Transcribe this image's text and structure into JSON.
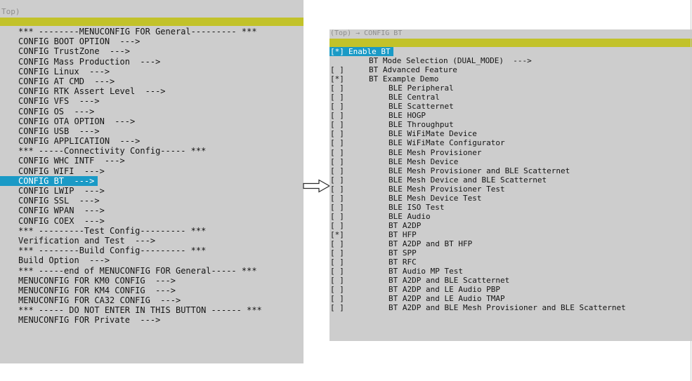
{
  "left": {
    "header": "Top)",
    "items": [
      "*** --------MENUCONFIG FOR General--------- ***",
      "CONFIG BOOT OPTION  --->",
      "CONFIG TrustZone  --->",
      "CONFIG Mass Production  --->",
      "CONFIG Linux  --->",
      "CONFIG AT CMD  --->",
      "CONFIG RTK Assert Level  --->",
      "CONFIG VFS  --->",
      "CONFIG OS  --->",
      "CONFIG OTA OPTION  --->",
      "CONFIG USB  --->",
      "CONFIG APPLICATION  --->",
      "*** -----Connectivity Config----- ***",
      "CONFIG WHC INTF  --->",
      "CONFIG WIFI  --->",
      "CONFIG BT  --->",
      "CONFIG LWIP  --->",
      "CONFIG SSL  --->",
      "CONFIG WPAN  --->",
      "CONFIG COEX  --->",
      "*** ---------Test Config--------- ***",
      "Verification and Test  --->",
      "*** --------Build Config--------- ***",
      "Build Option  --->",
      "*** -----end of MENUCONFIG FOR General----- ***",
      "MENUCONFIG FOR KM0 CONFIG  --->",
      "MENUCONFIG FOR KM4 CONFIG  --->",
      "MENUCONFIG FOR CA32 CONFIG  --->",
      "*** ----- DO NOT ENTER IN THIS BUTTON ------ ***",
      "MENUCONFIG FOR Private  --->"
    ]
  },
  "right": {
    "header": "(Top) → CONFIG BT",
    "items": [
      {
        "check": "[*]",
        "label": "Enable BT"
      },
      {
        "check": "",
        "label": "BT Mode Selection (DUAL_MODE)  --->"
      },
      {
        "check": "[ ]",
        "label": "BT Advanced Feature"
      },
      {
        "check": "[*]",
        "label": "BT Example Demo"
      },
      {
        "check": "[ ]",
        "label": "BLE Peripheral"
      },
      {
        "check": "[ ]",
        "label": "BLE Central"
      },
      {
        "check": "[ ]",
        "label": "BLE Scatternet"
      },
      {
        "check": "[ ]",
        "label": "BLE HOGP"
      },
      {
        "check": "[ ]",
        "label": "BLE Throughput"
      },
      {
        "check": "[ ]",
        "label": "BLE WiFiMate Device"
      },
      {
        "check": "[ ]",
        "label": "BLE WiFiMate Configurator"
      },
      {
        "check": "[ ]",
        "label": "BLE Mesh Provisioner"
      },
      {
        "check": "[ ]",
        "label": "BLE Mesh Device"
      },
      {
        "check": "[ ]",
        "label": "BLE Mesh Provisioner and BLE Scatternet"
      },
      {
        "check": "[ ]",
        "label": "BLE Mesh Device and BLE Scatternet"
      },
      {
        "check": "[ ]",
        "label": "BLE Mesh Provisioner Test"
      },
      {
        "check": "[ ]",
        "label": "BLE Mesh Device Test"
      },
      {
        "check": "[ ]",
        "label": "BLE ISO Test"
      },
      {
        "check": "[ ]",
        "label": "BLE Audio"
      },
      {
        "check": "[ ]",
        "label": "BT A2DP"
      },
      {
        "check": "[*]",
        "label": "BT HFP"
      },
      {
        "check": "[ ]",
        "label": "BT A2DP and BT HFP"
      },
      {
        "check": "[ ]",
        "label": "BT SPP"
      },
      {
        "check": "[ ]",
        "label": "BT RFC"
      },
      {
        "check": "[ ]",
        "label": "BT Audio MP Test"
      },
      {
        "check": "[ ]",
        "label": "BT A2DP and BLE Scatternet"
      },
      {
        "check": "[ ]",
        "label": "BT A2DP and LE Audio PBP"
      },
      {
        "check": "[ ]",
        "label": "BT A2DP and LE Audio TMAP"
      },
      {
        "check": "[ ]",
        "label": "BT A2DP and BLE Mesh Provisioner and BLE Scatternet"
      }
    ]
  },
  "colors": {
    "panel_bg": "#cdcdcd",
    "highlight": "#1a9ac6",
    "title_bar": "#c2c22a"
  }
}
